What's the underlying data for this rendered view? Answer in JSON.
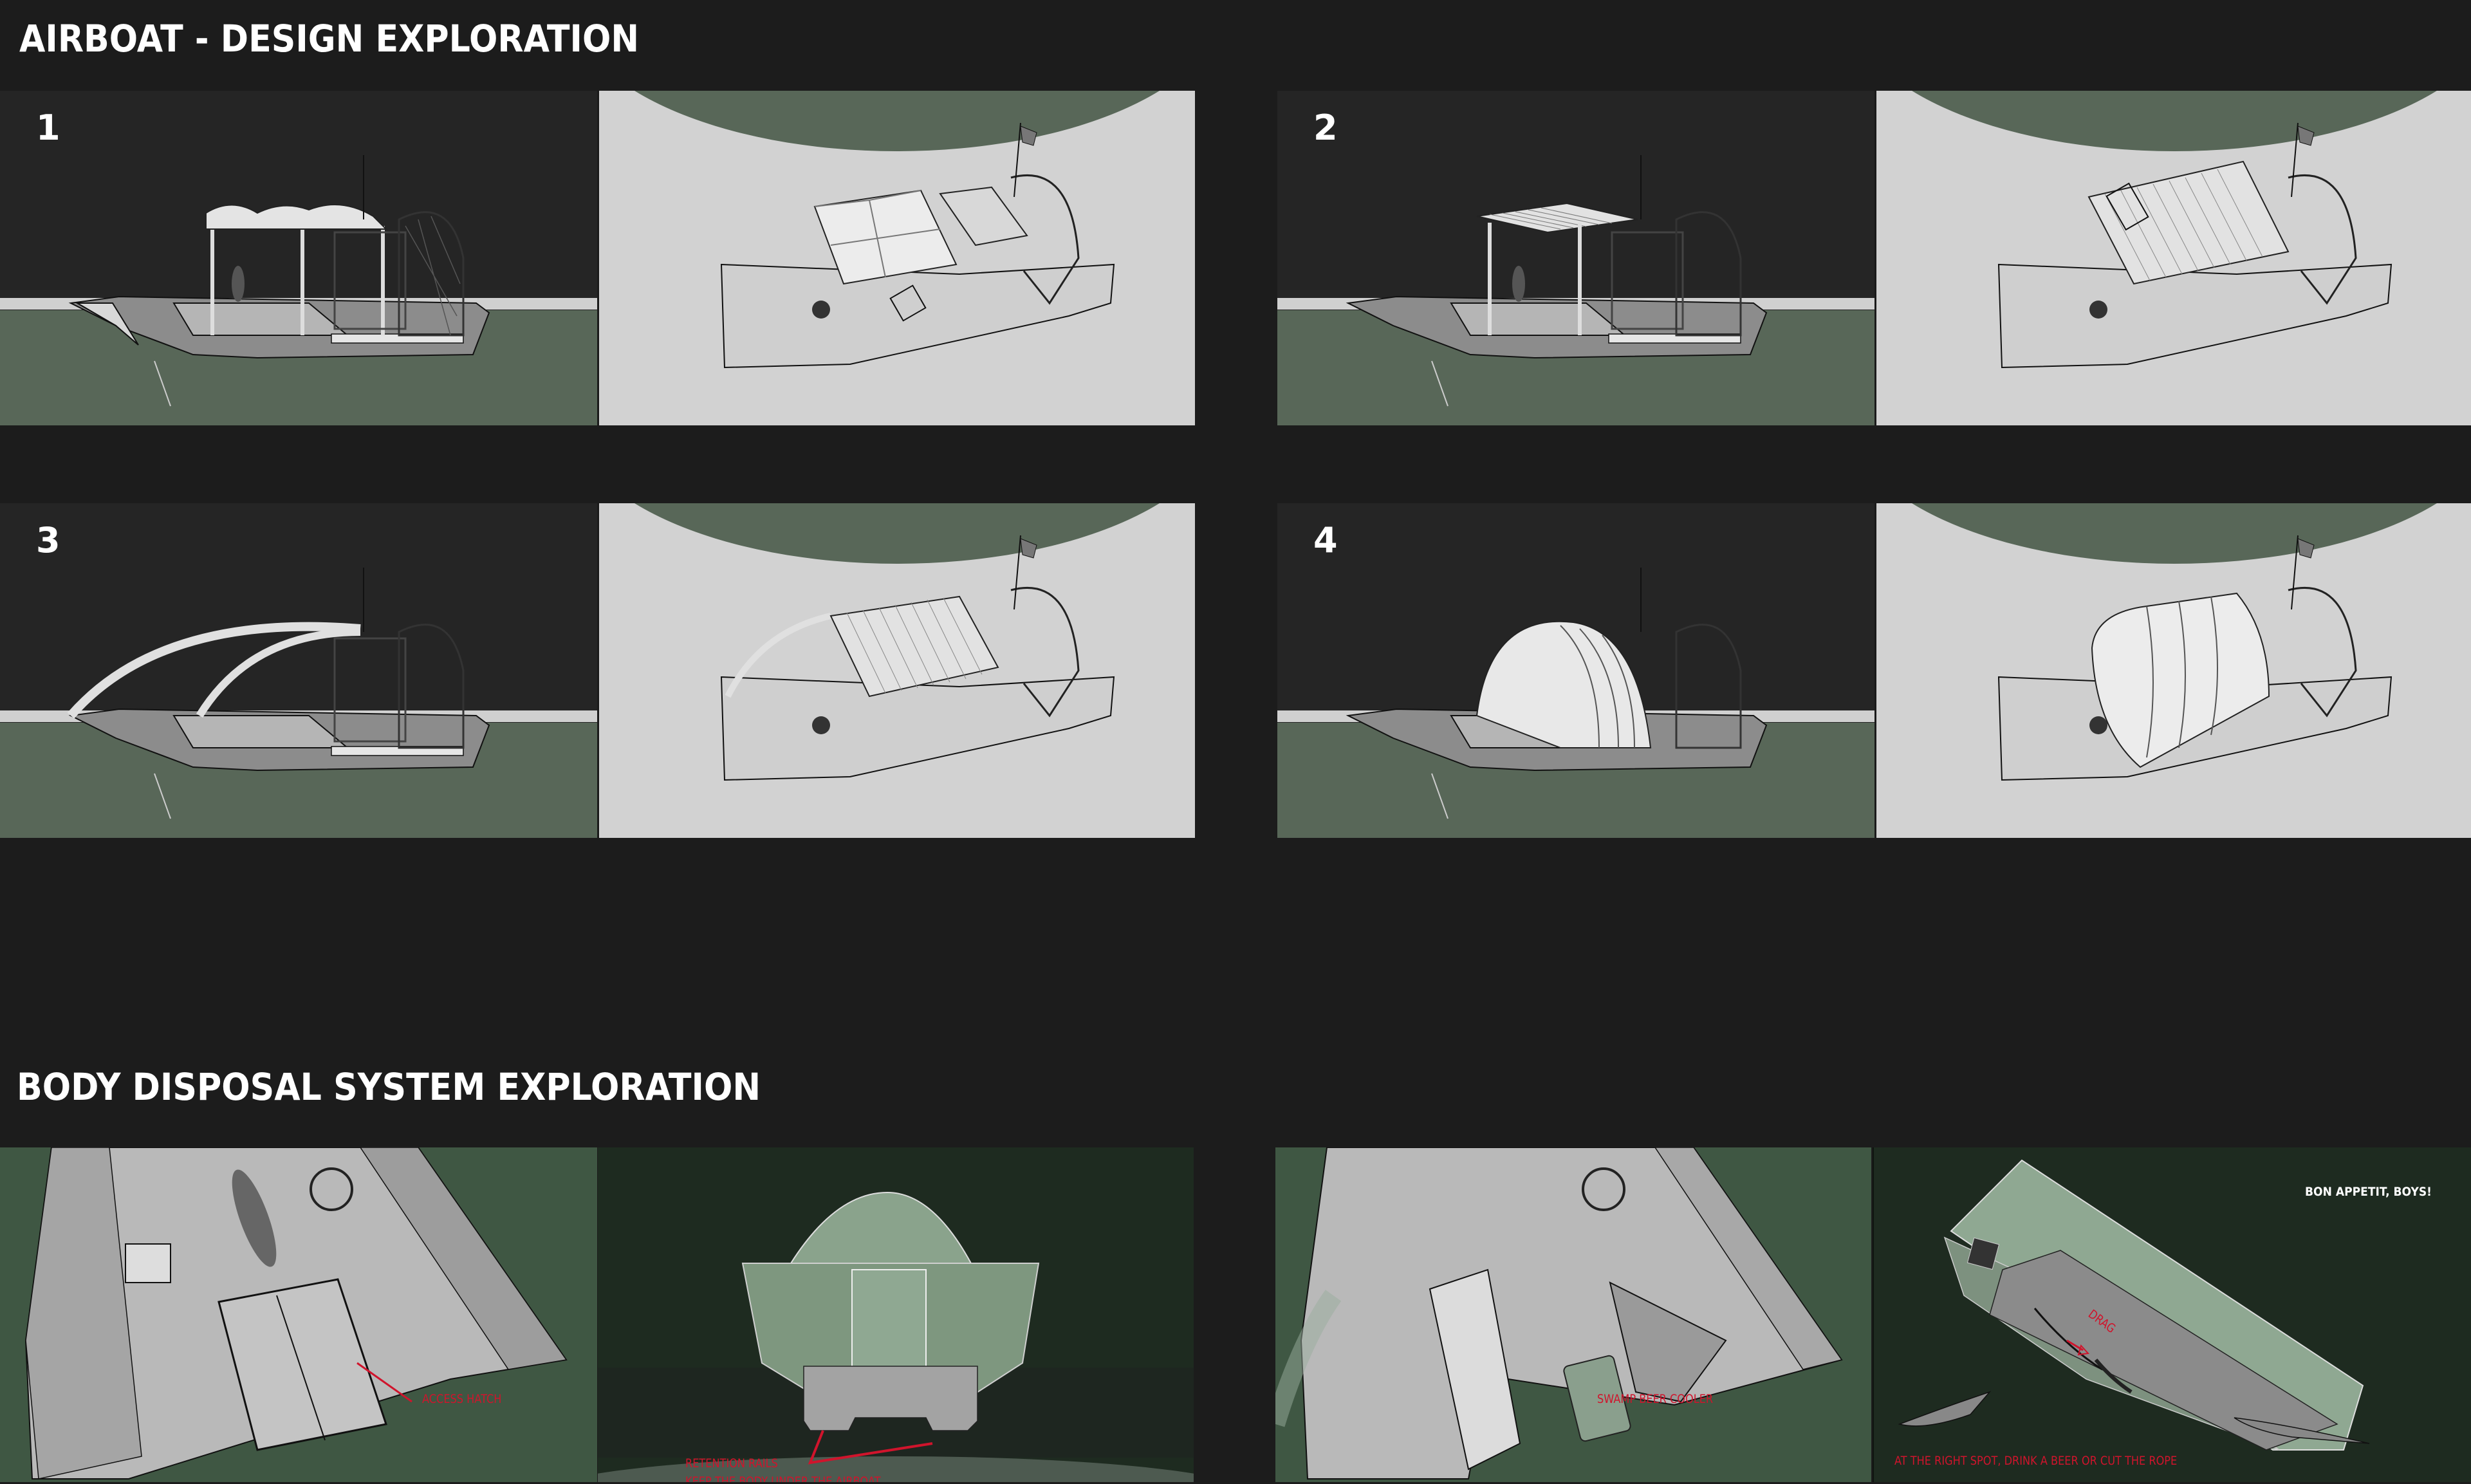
{
  "sections": {
    "design": {
      "title": "AIRBOAT - DESIGN EXPLORATION"
    },
    "disposal": {
      "title": "BODY DISPOSAL SYSTEM EXPLORATION"
    }
  },
  "design_variants": [
    {
      "number": "1",
      "roof_style": "fabric canopy",
      "side_view": "side-view render",
      "top_view": "three-quarter top render"
    },
    {
      "number": "2",
      "roof_style": "slatted flat roof with deck chairs",
      "side_view": "side-view render",
      "top_view": "three-quarter top render"
    },
    {
      "number": "3",
      "roof_style": "arched slatted roof",
      "side_view": "side-view render",
      "top_view": "three-quarter top render"
    },
    {
      "number": "4",
      "roof_style": "enclosed arched shell",
      "side_view": "side-view render",
      "top_view": "three-quarter top render"
    }
  ],
  "disposal_panels": {
    "access_hatch": {
      "label": "ACCESS HATCH"
    },
    "retention_rails": {
      "line1": "RETENTION RAILS",
      "line2": "KEEP THE BODY UNDER THE AIRBOAT"
    },
    "cooler": {
      "label": "SWAMP BEER COOLER"
    },
    "underside": {
      "title": "BON APPETIT, BOYS!",
      "drag_label": "DRAG",
      "caption": "AT THE RIGHT SPOT, DRINK A BEER OR CUT THE ROPE"
    }
  },
  "colors": {
    "page_bg": "#1c1c1c",
    "viewport_dark": "#252525",
    "water_green": "#586758",
    "deck_green": "#3f5743",
    "underwater_green": "#1e2b20",
    "annotation_red": "#d0142c",
    "hull_grey": "#bdbdbd"
  }
}
